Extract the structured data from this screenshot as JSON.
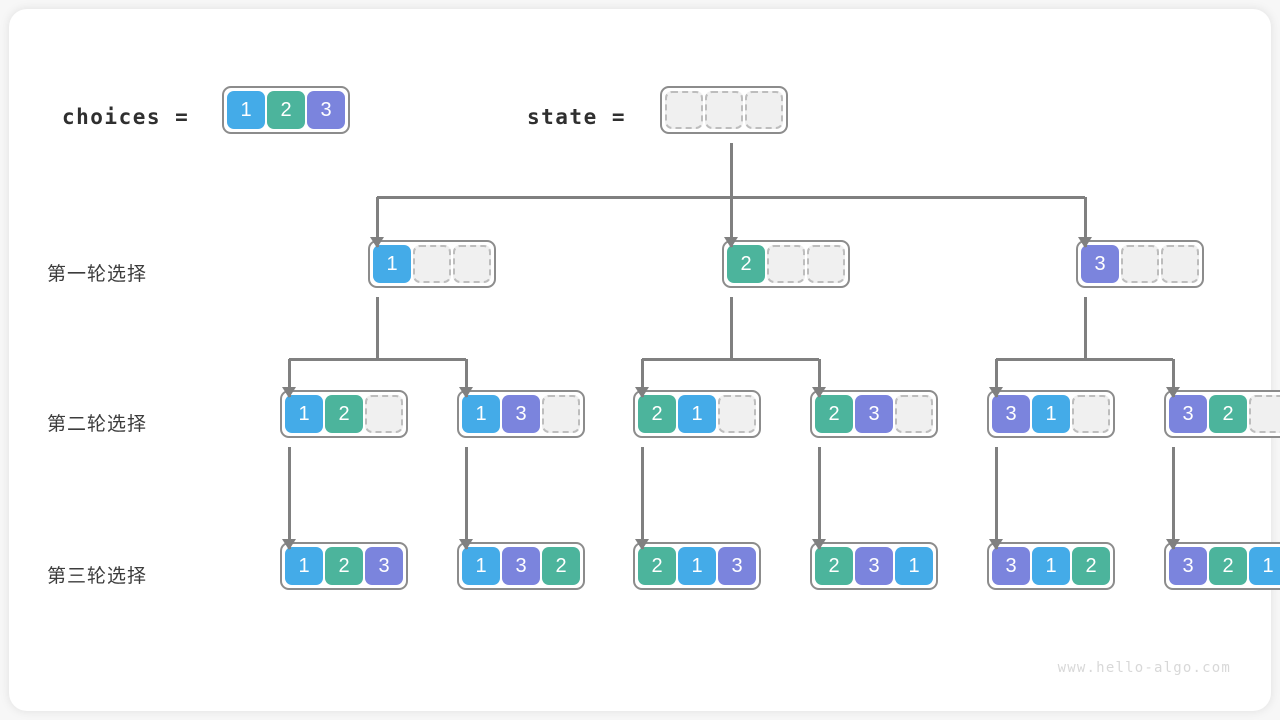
{
  "watermark": "www.hello-algo.com",
  "header": {
    "choices_label": "choices =",
    "state_label": "state =",
    "choices_values": [
      "1",
      "2",
      "3"
    ],
    "state_values": [
      "",
      "",
      ""
    ]
  },
  "rows": [
    {
      "label": "第一轮选择",
      "nodes": [
        {
          "values": [
            "1",
            "",
            ""
          ]
        },
        {
          "values": [
            "2",
            "",
            ""
          ]
        },
        {
          "values": [
            "3",
            "",
            ""
          ]
        }
      ]
    },
    {
      "label": "第二轮选择",
      "nodes": [
        {
          "values": [
            "1",
            "2",
            ""
          ]
        },
        {
          "values": [
            "1",
            "3",
            ""
          ]
        },
        {
          "values": [
            "2",
            "1",
            ""
          ]
        },
        {
          "values": [
            "2",
            "3",
            ""
          ]
        },
        {
          "values": [
            "3",
            "1",
            ""
          ]
        },
        {
          "values": [
            "3",
            "2",
            ""
          ]
        }
      ]
    },
    {
      "label": "第三轮选择",
      "nodes": [
        {
          "values": [
            "1",
            "2",
            "3"
          ]
        },
        {
          "values": [
            "1",
            "3",
            "2"
          ]
        },
        {
          "values": [
            "2",
            "1",
            "3"
          ]
        },
        {
          "values": [
            "2",
            "3",
            "1"
          ]
        },
        {
          "values": [
            "3",
            "1",
            "2"
          ]
        },
        {
          "values": [
            "3",
            "2",
            "1"
          ]
        }
      ]
    }
  ],
  "colors": {
    "value_1": "#44abe8",
    "value_2": "#4cb49c",
    "value_3": "#7b84dd",
    "connector": "#808080",
    "border": "#8c8c8c",
    "empty_fill": "#f0f0f0",
    "empty_border": "#bdbdbd"
  }
}
